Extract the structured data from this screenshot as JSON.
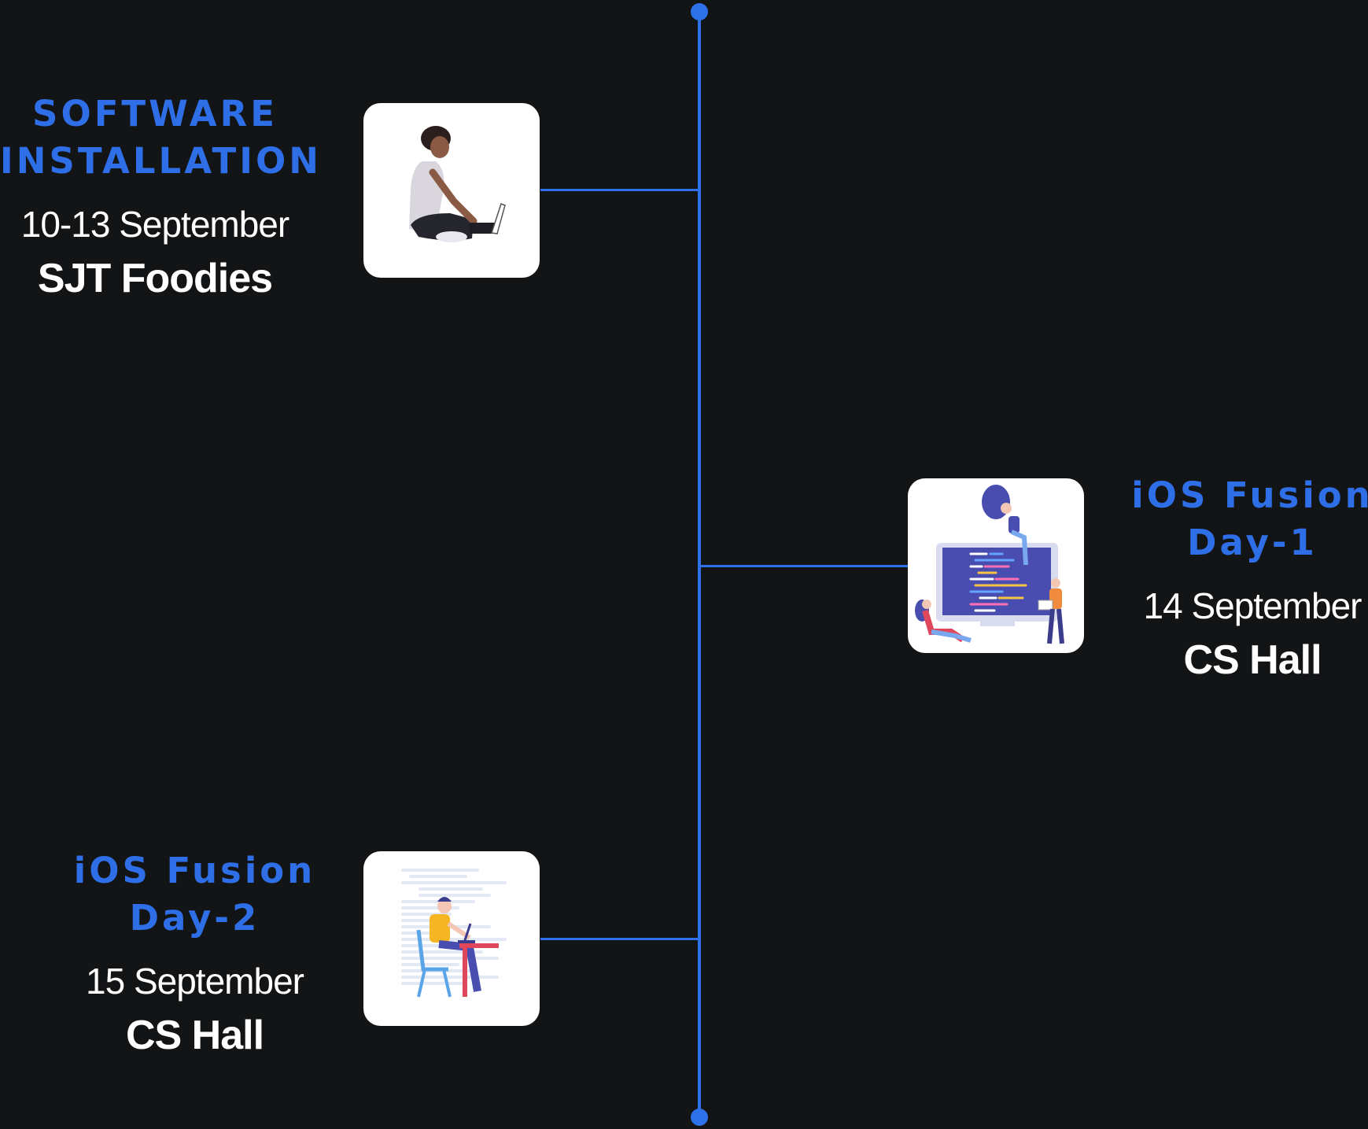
{
  "colors": {
    "background": "#131416",
    "accent": "#2e72ea",
    "text": "#ffffff"
  },
  "events": [
    {
      "title": "SOFTWARE\nINSTALLATION",
      "date": "10-13 September",
      "venue": "SJT Foodies",
      "illustration": "person-sitting-with-laptop"
    },
    {
      "title": "iOS Fusion\nDay-1",
      "date": "14 September",
      "venue": "CS Hall",
      "illustration": "team-coding-on-large-screen"
    },
    {
      "title": "iOS Fusion\nDay-2",
      "date": "15 September",
      "venue": "CS Hall",
      "illustration": "developer-at-desk-with-laptop"
    }
  ]
}
